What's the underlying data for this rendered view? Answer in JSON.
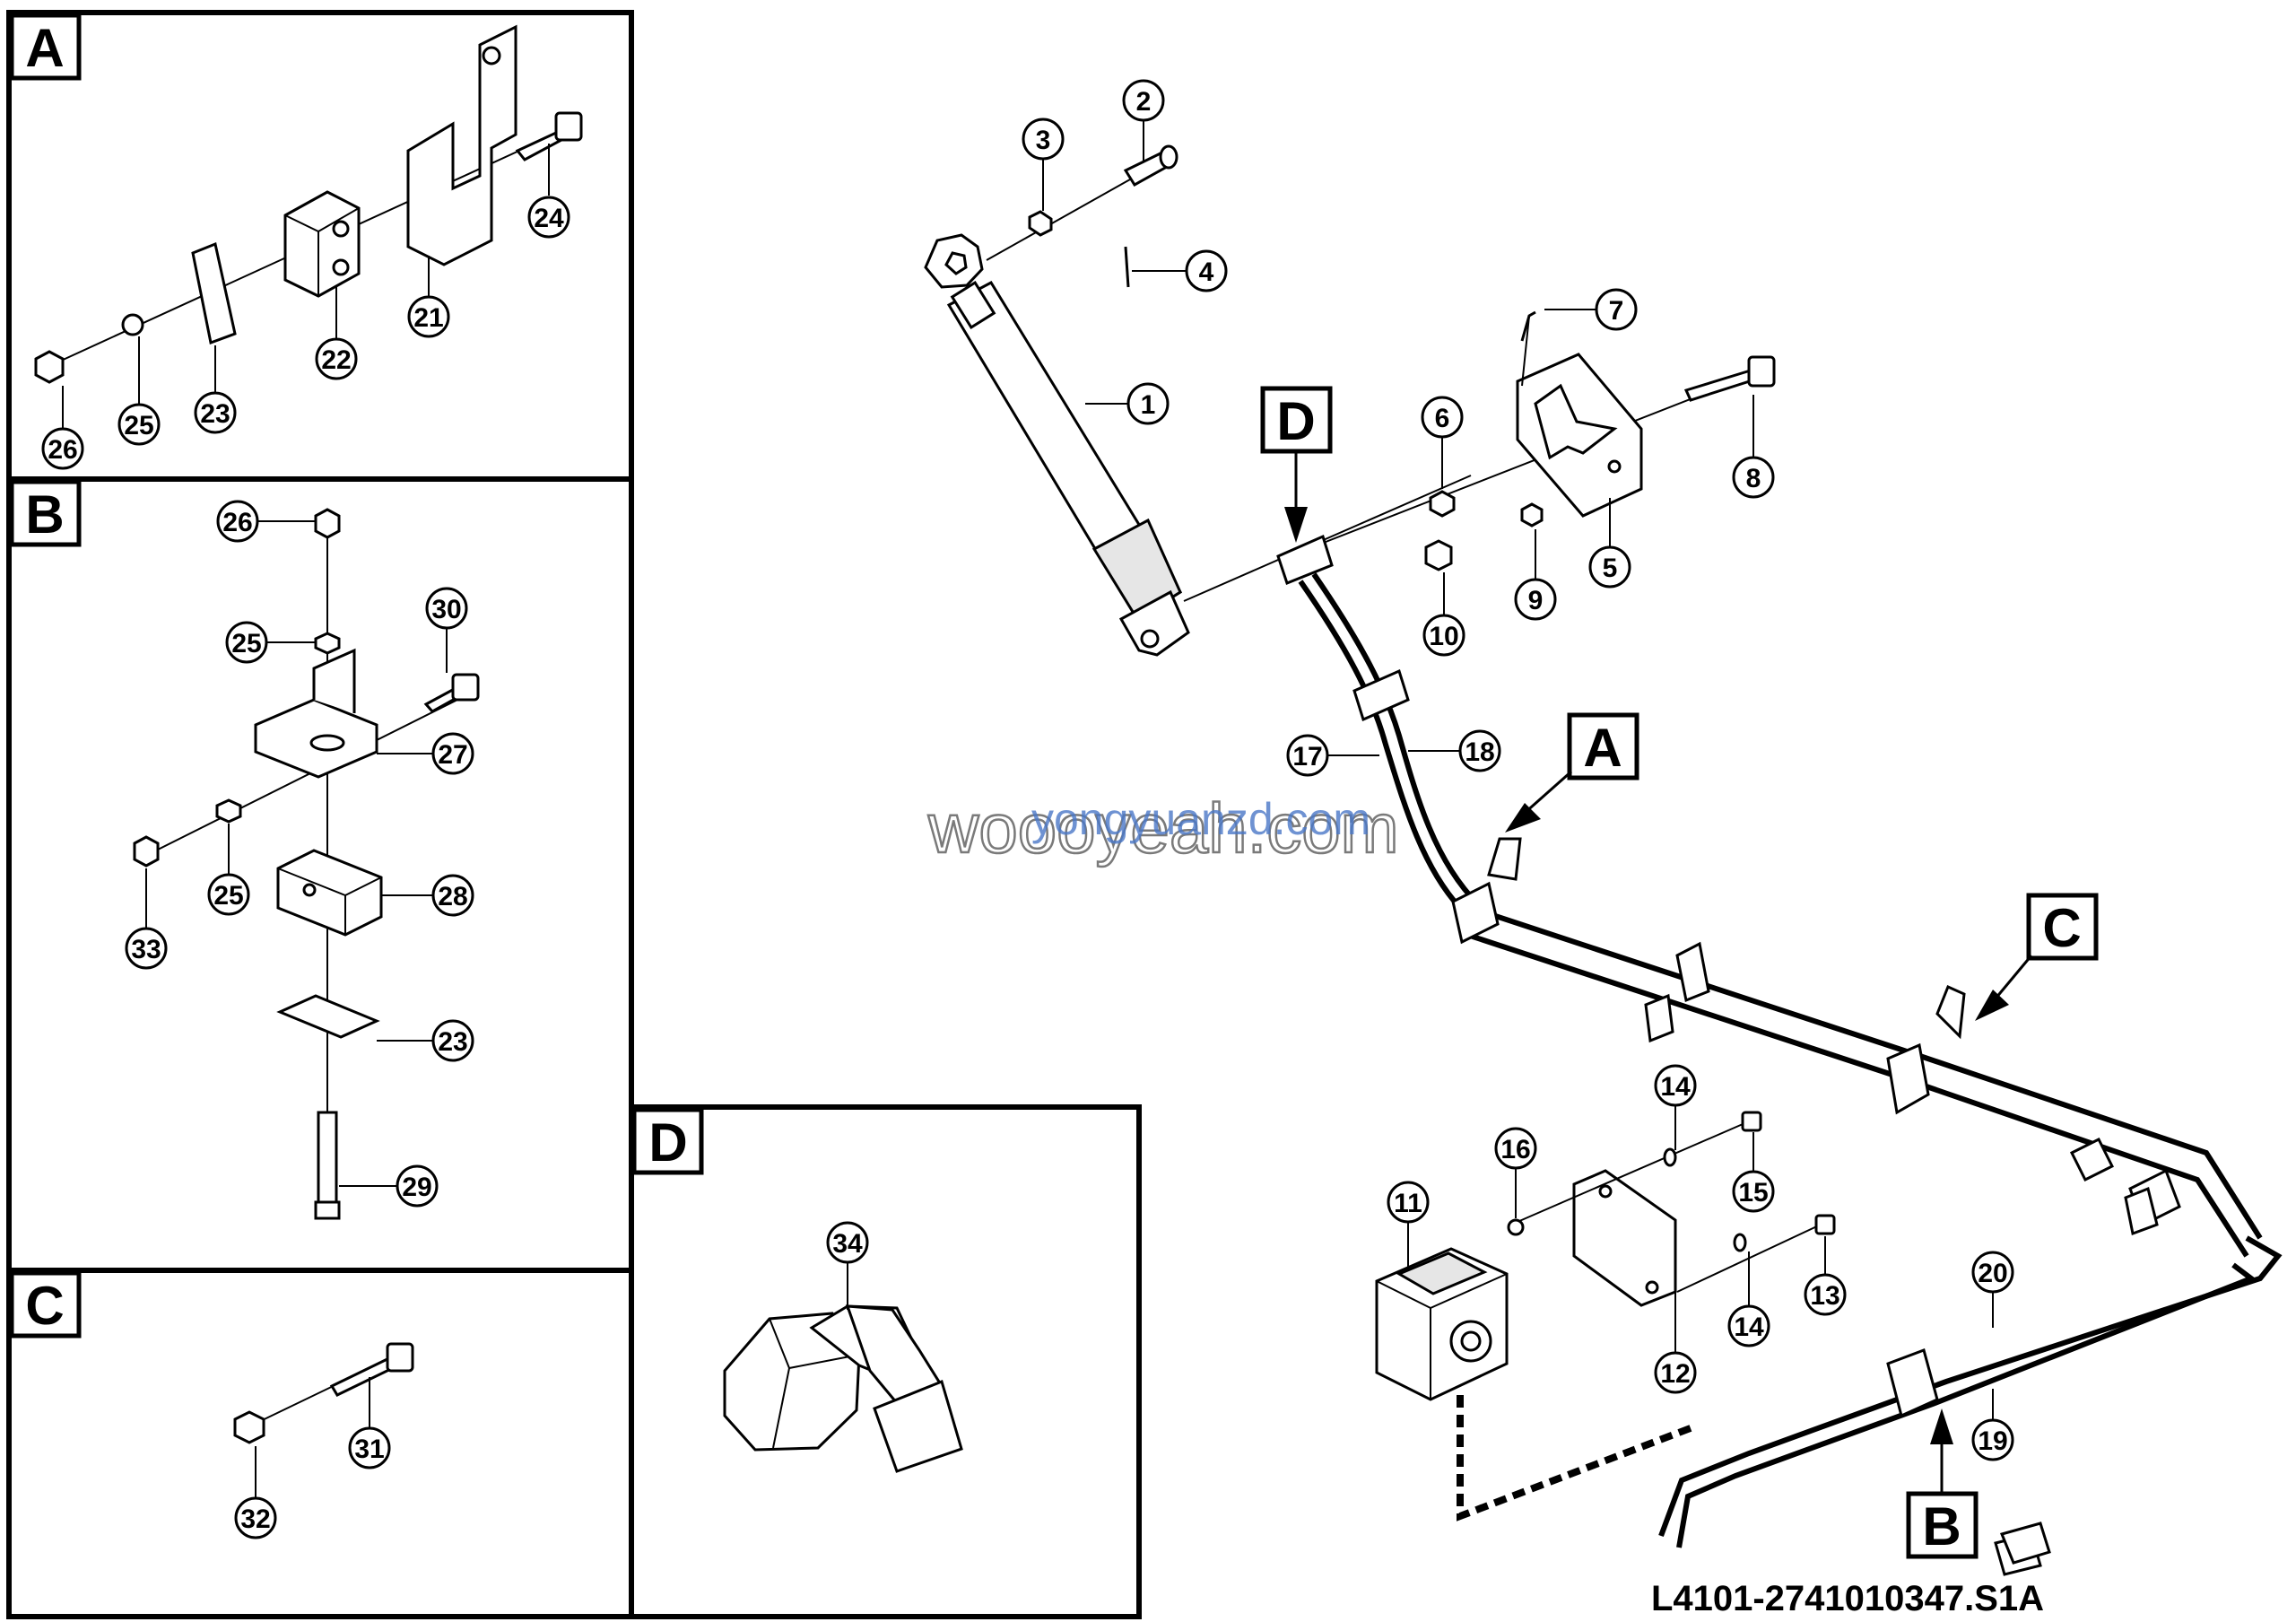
{
  "drawing_number": "L4101-2741010347.S1A",
  "watermark": {
    "primary": "woooyeah.com",
    "secondary": "yongyuanzd.com"
  },
  "sections": [
    {
      "id": "A",
      "label": "A"
    },
    {
      "id": "B",
      "label": "B"
    },
    {
      "id": "C",
      "label": "C"
    },
    {
      "id": "D",
      "label": "D"
    }
  ],
  "main_view_markers": [
    {
      "id": "A",
      "label": "A"
    },
    {
      "id": "B",
      "label": "B"
    },
    {
      "id": "C",
      "label": "C"
    },
    {
      "id": "D",
      "label": "D"
    }
  ],
  "callouts": {
    "main": [
      "1",
      "2",
      "3",
      "4",
      "5",
      "6",
      "7",
      "8",
      "9",
      "10",
      "11",
      "12",
      "13",
      "14",
      "14",
      "15",
      "16",
      "17",
      "18",
      "19",
      "20"
    ],
    "A": [
      "21",
      "22",
      "23",
      "24",
      "25",
      "26"
    ],
    "B": [
      "23",
      "25",
      "25",
      "26",
      "27",
      "28",
      "29",
      "30",
      "33"
    ],
    "C": [
      "31",
      "32"
    ],
    "D": [
      "34"
    ]
  }
}
